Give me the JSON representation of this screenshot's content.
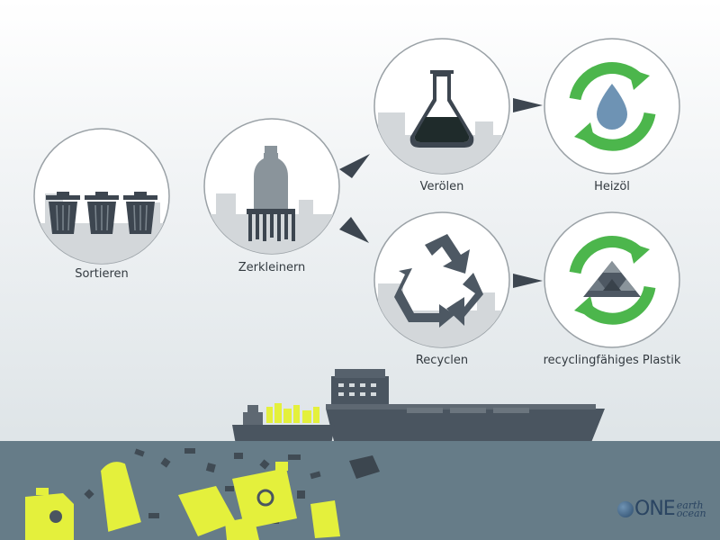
{
  "steps": [
    {
      "id": "sortieren",
      "label": "Sortieren",
      "icon": "trash-bins-icon"
    },
    {
      "id": "zerkleinern",
      "label": "Zerkleinern",
      "icon": "shredder-bottle-icon"
    },
    {
      "id": "veroelen",
      "label": "Verölen",
      "icon": "flask-icon"
    },
    {
      "id": "heizoel",
      "label": "Heizöl",
      "icon": "oil-drop-cycle-icon"
    },
    {
      "id": "recyclen",
      "label": "Recyclen",
      "icon": "recycle-icon"
    },
    {
      "id": "plastik",
      "label": "recyclingfähiges Plastik",
      "icon": "plastic-granules-cycle-icon"
    }
  ],
  "logo": {
    "main": "ONE",
    "top": "earth",
    "bottom": "ocean"
  },
  "colors": {
    "accent_green": "#4cb64c",
    "debris_yellow": "#e4f03c",
    "ship_gray": "#4a5560",
    "sea": "#667c88"
  }
}
